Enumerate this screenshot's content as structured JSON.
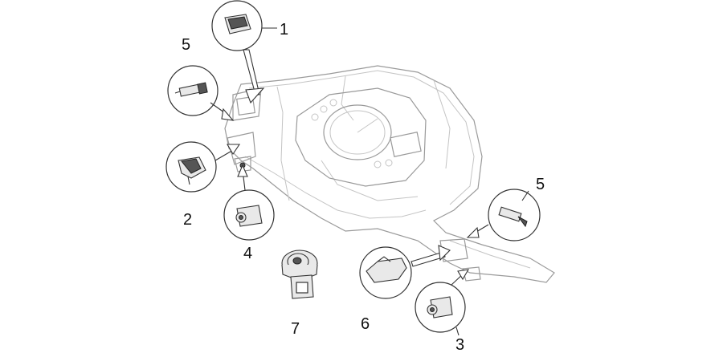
{
  "diagram": {
    "labels": [
      {
        "id": "1",
        "text": "1"
      },
      {
        "id": "5a",
        "text": "5"
      },
      {
        "id": "2",
        "text": "2"
      },
      {
        "id": "4",
        "text": "4"
      },
      {
        "id": "7",
        "text": "7"
      },
      {
        "id": "6",
        "text": "6"
      },
      {
        "id": "5b",
        "text": "5"
      },
      {
        "id": "3",
        "text": "3"
      }
    ],
    "colors": {
      "line": "#333333",
      "ghost": "#c4c4c4",
      "background": "#ffffff"
    }
  }
}
